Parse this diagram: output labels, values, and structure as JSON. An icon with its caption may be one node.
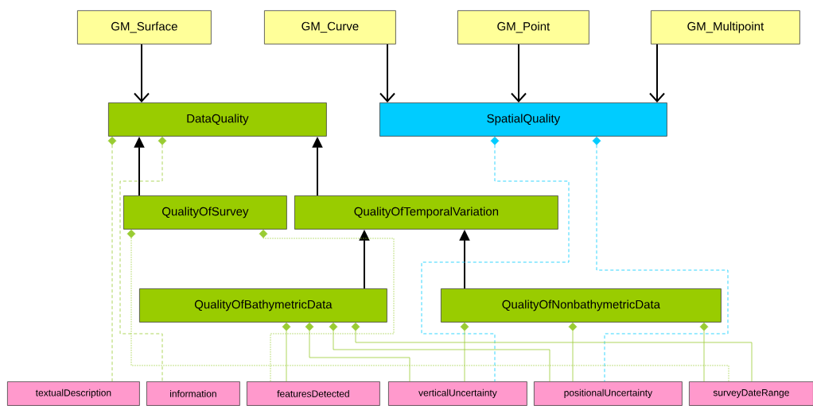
{
  "diagram": {
    "nodes": [
      {
        "text": [
          "GM_Surface"
        ]
      },
      {
        "text": [
          "GM_Curve"
        ]
      },
      {
        "text": [
          "GM_Point"
        ]
      },
      {
        "text": [
          "GM_Multipoint"
        ]
      },
      {
        "text": [
          "DataQuality"
        ]
      },
      {
        "text": [
          "SpatialQuality"
        ]
      },
      {
        "text": [
          "QualityOfSurvey"
        ]
      },
      {
        "text": [
          "QualityOfTemporalVariation"
        ]
      },
      {
        "text": [
          "QualityOfBathymetricData"
        ]
      },
      {
        "text": [
          "QualityOfNonbathymetricData"
        ]
      },
      {
        "text": [
          "textualDescription"
        ]
      },
      {
        "text": [
          "information"
        ]
      },
      {
        "text": [
          "featuresDetected"
        ]
      },
      {
        "text": [
          "verticalUncertainty"
        ]
      },
      {
        "text": [
          "positionalUncertainty"
        ]
      },
      {
        "text": [
          "surveyDateRange"
        ]
      }
    ],
    "edges": [
      {
        "from": 0,
        "to": 4,
        "arrow": "to",
        "color": "#000000"
      },
      {
        "from": 1,
        "to": 5,
        "arrow": "to",
        "color": "#000000"
      },
      {
        "from": 2,
        "to": 5,
        "arrow": "to",
        "color": "#000000"
      },
      {
        "from": 3,
        "to": 5,
        "arrow": "to",
        "color": "#000000"
      },
      {
        "from": 6,
        "to": 4,
        "arrow": "to",
        "color": "#000000"
      },
      {
        "from": 7,
        "to": 4,
        "arrow": "to",
        "color": "#000000"
      },
      {
        "from": 8,
        "to": 7,
        "arrow": "to",
        "color": "#000000"
      },
      {
        "from": 9,
        "to": 7,
        "arrow": "to",
        "color": "#000000"
      },
      {
        "from": 4,
        "to": 10,
        "arrow": "other",
        "style": "dashed"
      },
      {
        "from": 4,
        "to": 11,
        "arrow": "other",
        "style": "dashed"
      },
      {
        "from": 5,
        "to": 13,
        "arrow": "other",
        "style": "dashed",
        "color": "#00ccff"
      },
      {
        "from": 5,
        "to": 14,
        "arrow": "other",
        "style": "dashed",
        "color": "#00ccff"
      },
      {
        "from": 6,
        "to": 15,
        "arrow": "other",
        "style": "dashed"
      },
      {
        "from": 6,
        "to": 12,
        "arrow": "other",
        "style": "dashed"
      },
      {
        "from": 8,
        "to": 12,
        "arrow": "other"
      },
      {
        "from": 8,
        "to": 13,
        "arrow": "other"
      },
      {
        "from": 8,
        "to": 14,
        "arrow": "other"
      },
      {
        "from": 8,
        "to": 15,
        "arrow": "other"
      },
      {
        "from": 9,
        "to": 13,
        "arrow": "other"
      },
      {
        "from": 9,
        "to": 14,
        "arrow": "other"
      },
      {
        "from": 9,
        "to": 15,
        "arrow": "other"
      }
    ]
  }
}
